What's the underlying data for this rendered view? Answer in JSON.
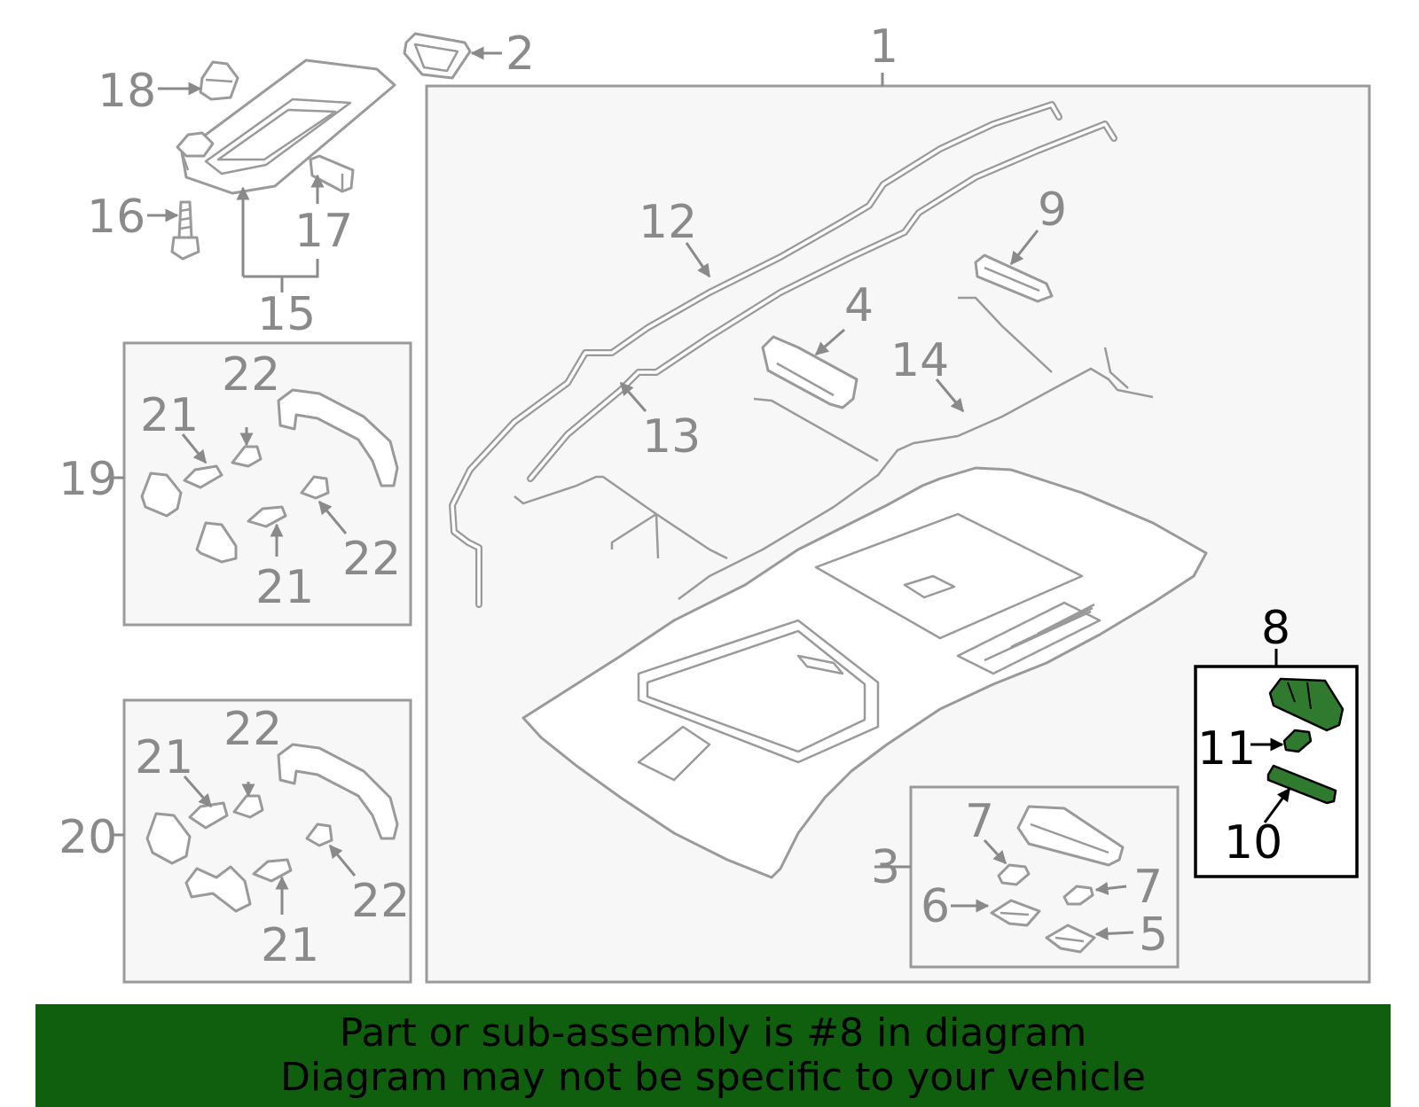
{
  "callouts": {
    "c1": "1",
    "c2": "2",
    "c3": "3",
    "c4": "4",
    "c5": "5",
    "c6": "6",
    "c7a": "7",
    "c7b": "7",
    "c8": "8",
    "c9": "9",
    "c10": "10",
    "c11": "11",
    "c12": "12",
    "c13": "13",
    "c14": "14",
    "c15": "15",
    "c16": "16",
    "c17": "17",
    "c18": "18",
    "c19": "19",
    "c20": "20",
    "c21a": "21",
    "c21b": "21",
    "c21c": "21",
    "c21d": "21",
    "c22a": "22",
    "c22b": "22",
    "c22c": "22",
    "c22d": "22"
  },
  "highlight": {
    "part_number": "8",
    "color": "#2f7a2f"
  },
  "banner": {
    "line1": "Part or sub-assembly is #8 in diagram",
    "line2": "Diagram may not be specific to your vehicle",
    "color": "#0f5f0f"
  }
}
